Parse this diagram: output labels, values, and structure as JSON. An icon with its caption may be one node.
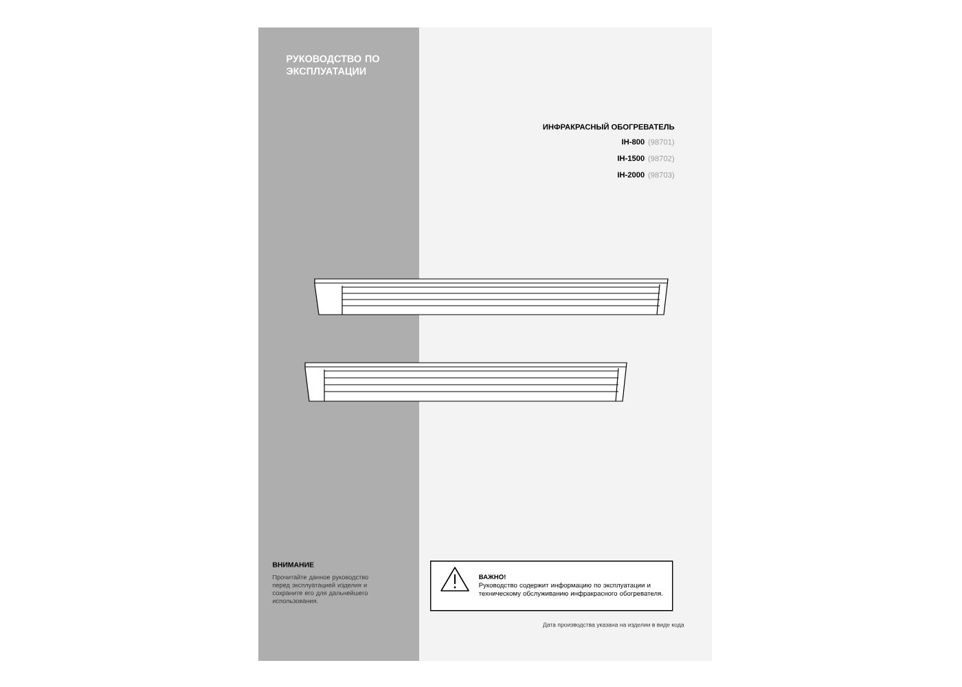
{
  "diagram": {
    "title": "РУКОВОДСТВО ПО ЭКСПЛУАТАЦИИ",
    "nodes": [
      {
        "text": [
          "ВАЖНО!",
          "Руководство содержит информацию по эксплуатации и техническому обслуживанию инфракрасного обогревателя."
        ]
      }
    ],
    "labels": [
      "ИНФРАКРАСНЫЙ ОБОГРЕВАТЕЛЬ",
      "IH-800",
      "(98701)",
      "IH-1500",
      "(98702)",
      "IH-2000",
      "(98703)",
      "ВНИМАНИЕ",
      "Прочитайте данное руководство перед эксплуатацией изделия и сохраните его для дальнейшего использования.",
      "Дата производства указана на изделии в виде кода"
    ]
  }
}
